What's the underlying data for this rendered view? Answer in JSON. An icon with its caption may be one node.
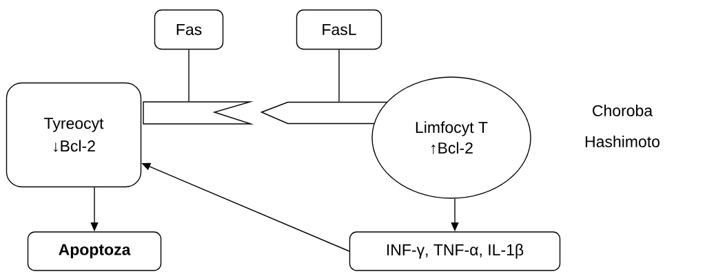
{
  "diagram": {
    "nodes": [
      {
        "text": [
          "Fas"
        ]
      },
      {
        "text": [
          "FasL"
        ]
      },
      {
        "text": [
          "Tyreocyt",
          "↓Bcl-2"
        ]
      },
      {
        "text": [],
        "shape": "box"
      },
      {
        "text": [],
        "shape": "box"
      },
      {
        "text": [
          "Limfocyt T",
          "↑Bcl-2"
        ]
      },
      {
        "text": [
          "Apoptoza"
        ]
      },
      {
        "text": [
          "INF-γ, TNF-α, IL-1β"
        ]
      }
    ],
    "edges": [
      {
        "from": 0,
        "to": 3,
        "arrow": "none"
      },
      {
        "from": 1,
        "to": 4,
        "arrow": "none"
      },
      {
        "from": 2,
        "to": 6,
        "arrow": "to"
      },
      {
        "from": 5,
        "to": 7,
        "arrow": "to"
      },
      {
        "from": 7,
        "to": 2,
        "arrow": "to"
      }
    ],
    "labels": [
      "Choroba Hashimoto"
    ]
  }
}
